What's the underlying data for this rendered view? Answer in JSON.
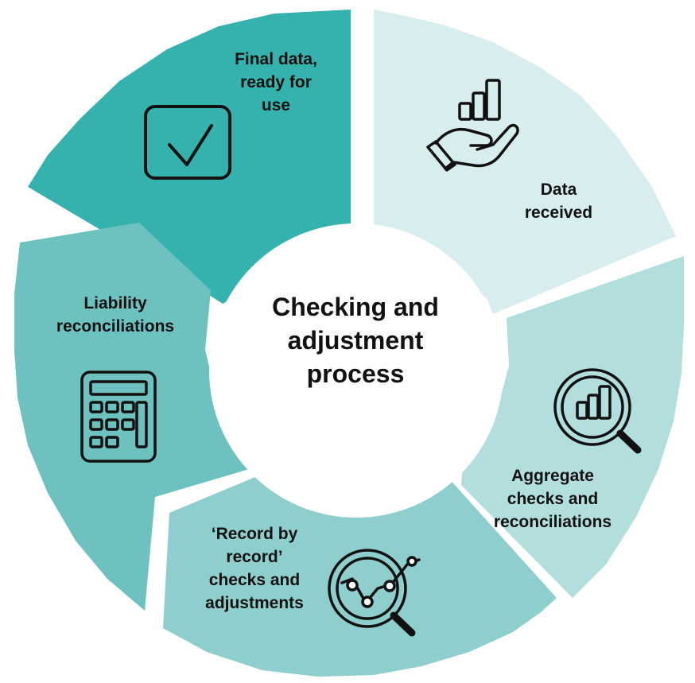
{
  "center": {
    "title_lines": [
      "Checking and",
      "adjustment",
      "process"
    ]
  },
  "segments": [
    {
      "name": "final-data",
      "lines": [
        "Final data,",
        "ready for",
        "use"
      ],
      "color": "#35b2ad",
      "icon": "checkbox-icon"
    },
    {
      "name": "data-received",
      "lines": [
        "Data",
        "received"
      ],
      "color": "#d8eeee",
      "icon": "hand-chart-icon"
    },
    {
      "name": "aggregate-checks",
      "lines": [
        "Aggregate",
        "checks and",
        "reconciliations"
      ],
      "color": "#b3dede",
      "icon": "magnifier-chart-icon"
    },
    {
      "name": "record-by-record",
      "lines": [
        "‘Record by",
        "record’",
        "checks and",
        "adjustments"
      ],
      "color": "#8ecfce",
      "icon": "magnifier-graph-icon"
    },
    {
      "name": "liability-reconciliations",
      "lines": [
        "Liability",
        "reconciliations"
      ],
      "color": "#6dc1bf",
      "icon": "calculator-icon"
    }
  ]
}
